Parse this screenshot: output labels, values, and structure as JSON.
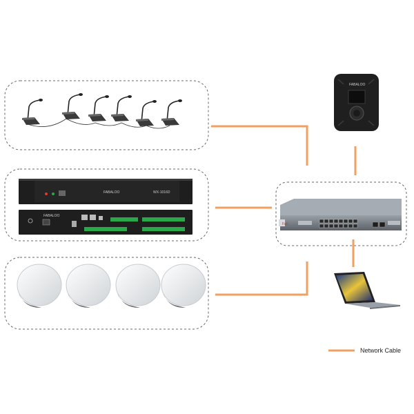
{
  "legend": {
    "label": "Network Cable",
    "color": "#f0a061"
  },
  "devices": {
    "mic_group": {
      "count": 6
    },
    "processor": {
      "brand": "FABALOO",
      "model": "WX-1016D",
      "rear_brand": "FABALOO"
    },
    "switch": {
      "brand": "Fab"
    },
    "control_panel": {
      "brand": "FABALOO"
    },
    "speakers": {
      "count": 4
    },
    "laptop": {
      "name": "laptop"
    }
  }
}
